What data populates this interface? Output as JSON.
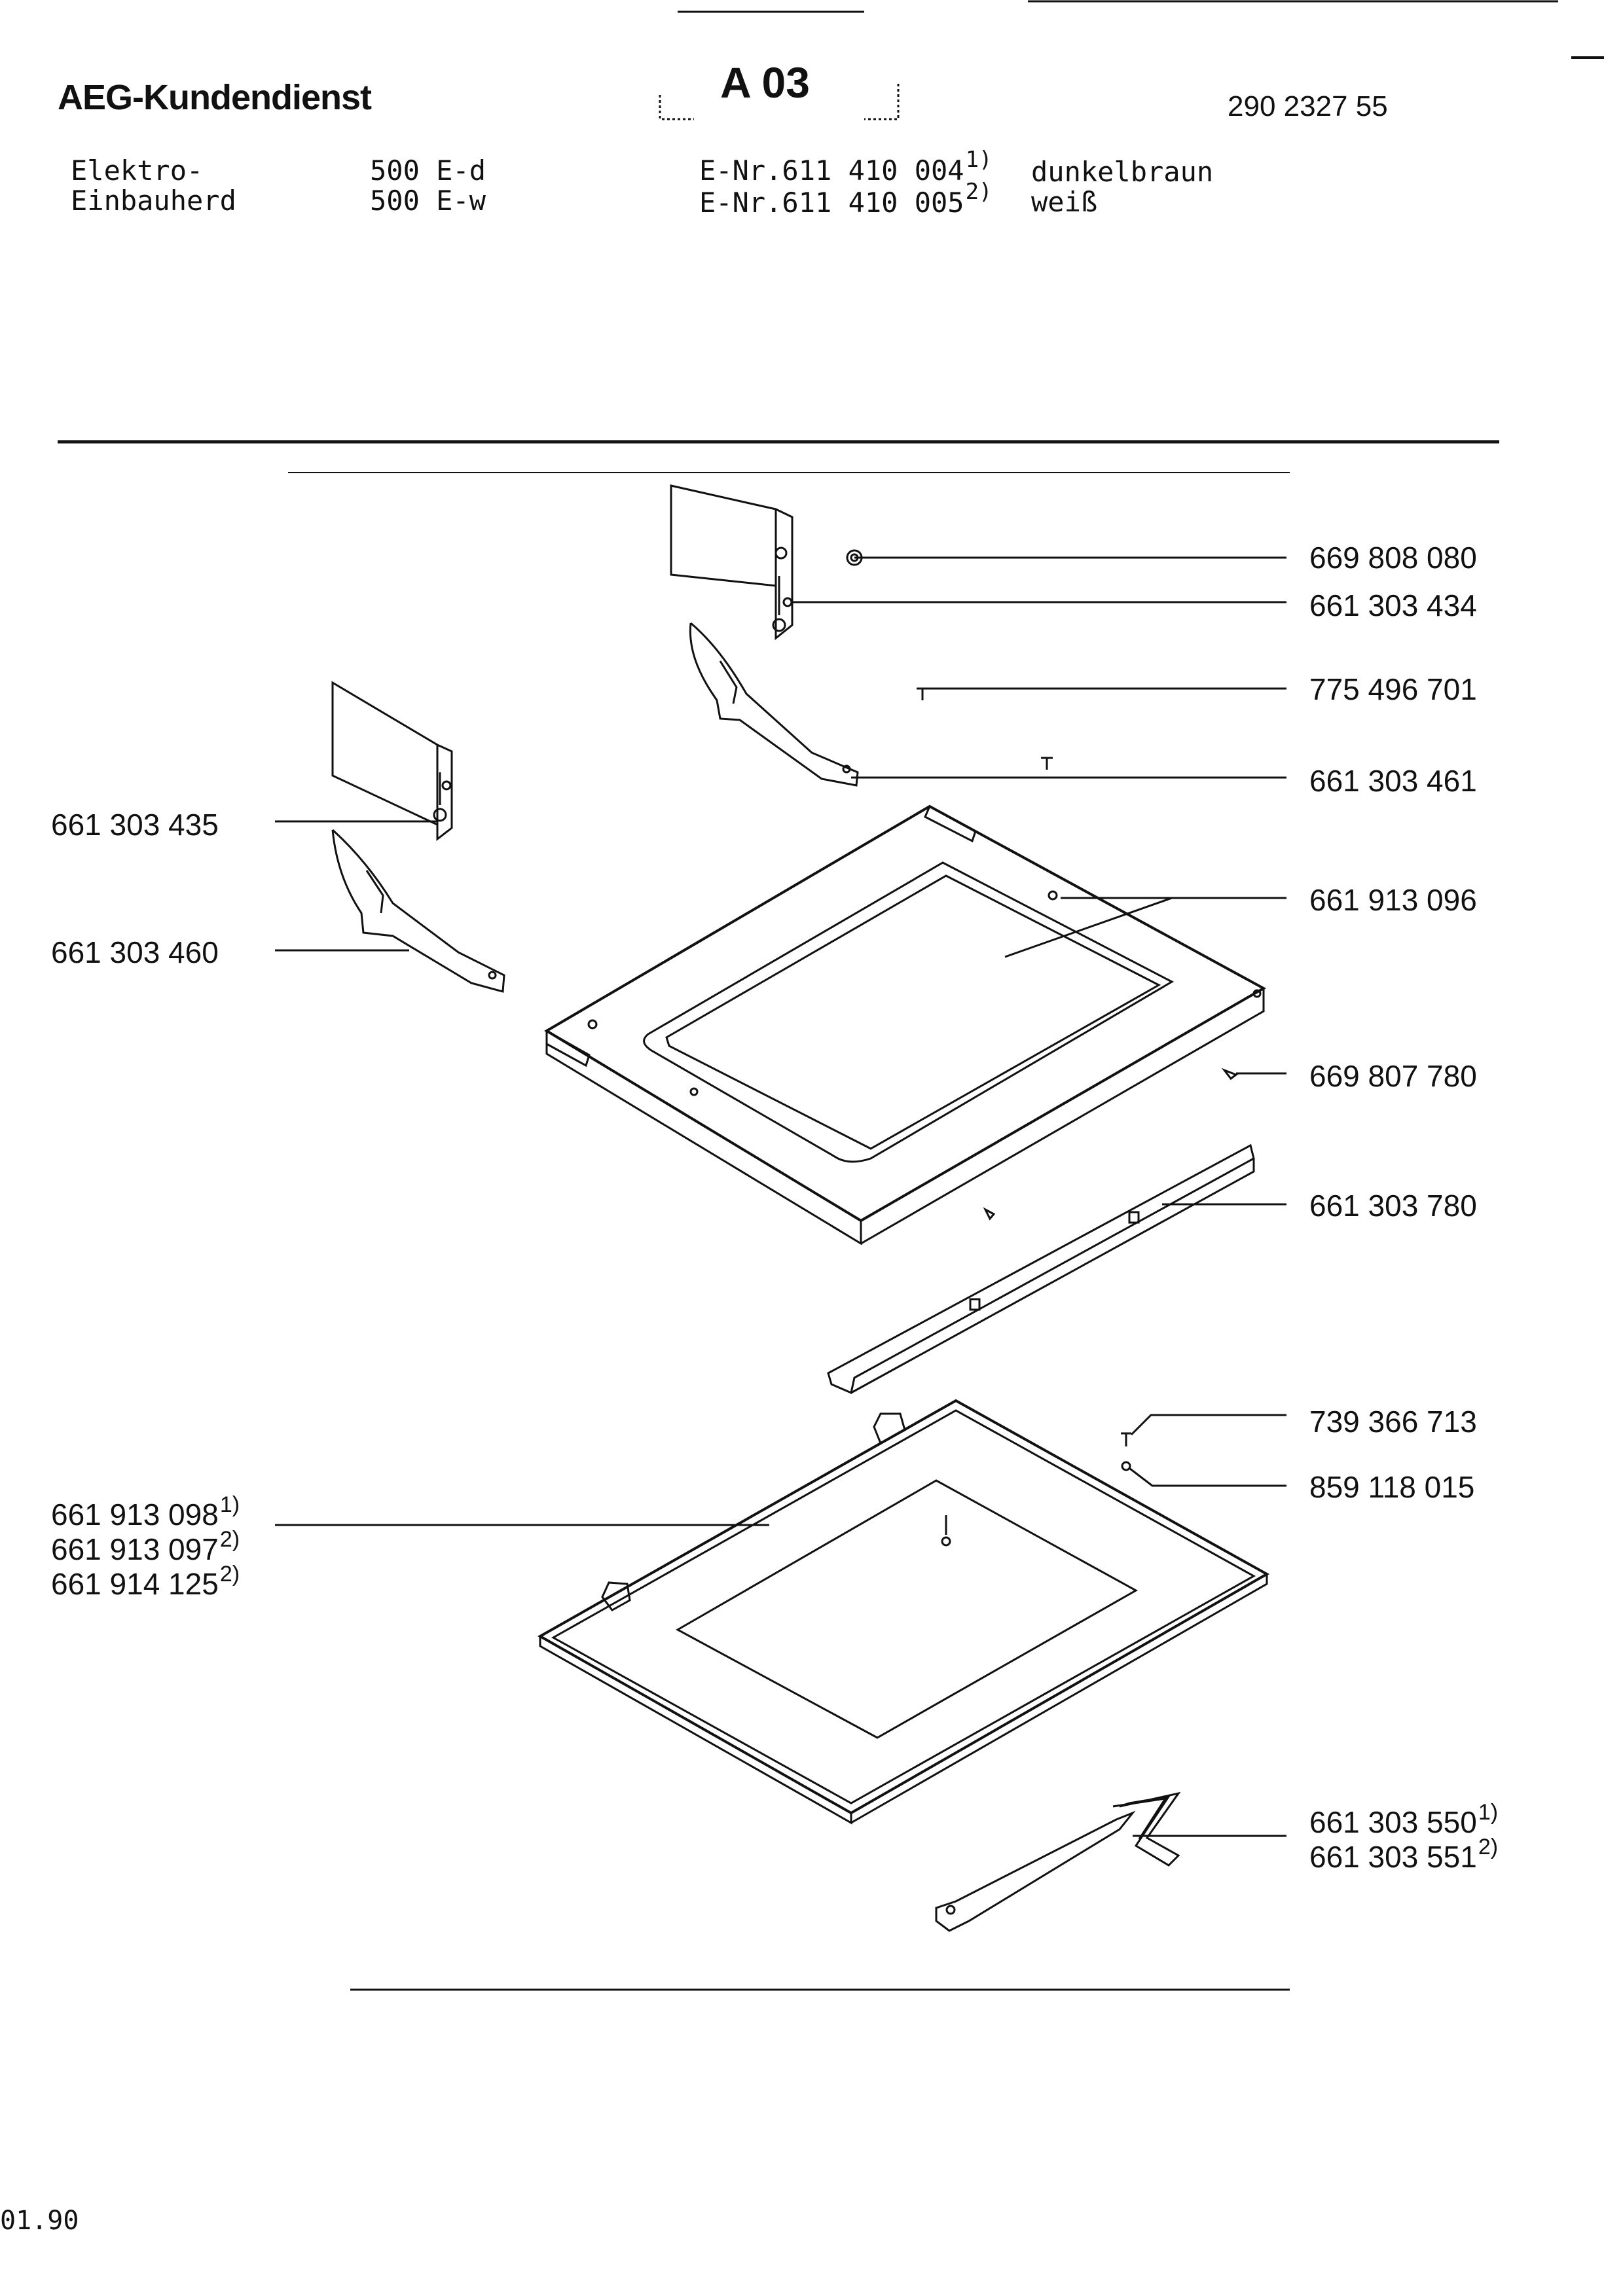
{
  "header": {
    "brand": "AEG-Kundendienst",
    "section_code": "A 03",
    "doc_number": "290 2327 55"
  },
  "appliance": {
    "type_line1": "Elektro-",
    "type_line2": "Einbauherd",
    "model1": "500 E-d",
    "model2": "500 E-w",
    "enr1": "E-Nr.611 410 004",
    "enr1_note": "1)",
    "enr2": "E-Nr.611 410 005",
    "enr2_note": "2)",
    "color1": "dunkelbraun",
    "color2": "weiß"
  },
  "parts": {
    "p669808080": "669 808 080",
    "p661303434": "661 303 434",
    "p775496701": "775 496 701",
    "p661303461": "661 303 461",
    "p661303435": "661 303 435",
    "p661913096": "661 913 096",
    "p661303460": "661 303 460",
    "p669807780": "669 807 780",
    "p661303780": "661 303 780",
    "p739366713": "739 366 713",
    "p859118015": "859 118 015",
    "p661913098": "661 913 098",
    "p661913098_note": "1)",
    "p661913097": "661 913 097",
    "p661913097_note": "2)",
    "p661914125": "661 914 125",
    "p661914125_note": "2)",
    "p661303550": "661 303 550",
    "p661303550_note": "1)",
    "p661303551": "661 303 551",
    "p661303551_note": "2)"
  },
  "footer": {
    "date": "01.90"
  }
}
